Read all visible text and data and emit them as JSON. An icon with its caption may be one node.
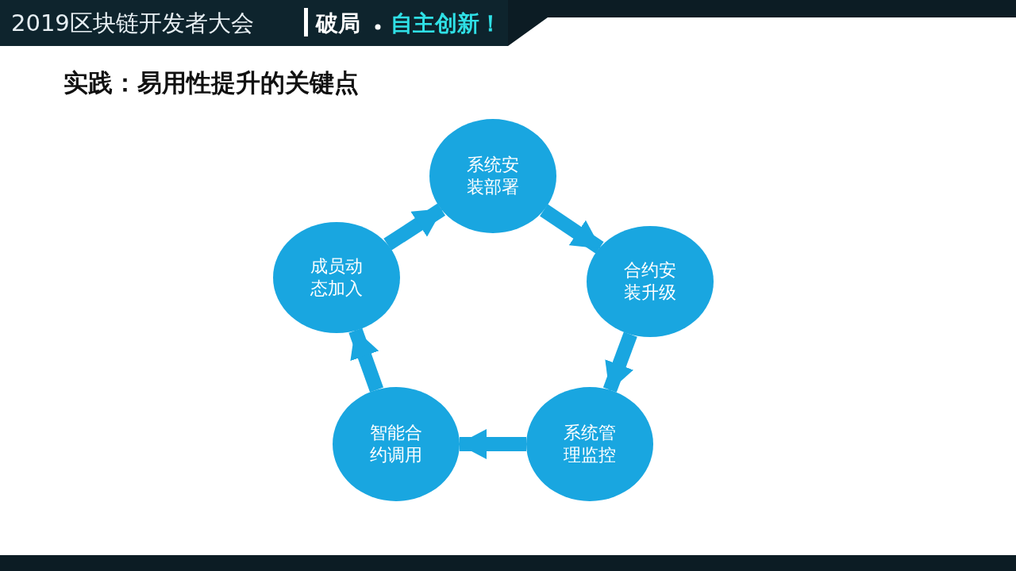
{
  "diagram": {
    "title": "实践：易用性提升的关键点",
    "nodes": [
      {
        "text": [
          "系统安装部署"
        ]
      },
      {
        "text": [
          "合约安装升级"
        ]
      },
      {
        "text": [
          "系统管理监控"
        ]
      },
      {
        "text": [
          "智能合约调用"
        ]
      },
      {
        "text": [
          "成员动态加入"
        ]
      }
    ],
    "edges": [
      {
        "from": 0,
        "to": 1,
        "arrow": "to"
      },
      {
        "from": 1,
        "to": 2,
        "arrow": "to"
      },
      {
        "from": 2,
        "to": 3,
        "arrow": "to"
      },
      {
        "from": 3,
        "to": 4,
        "arrow": "to"
      },
      {
        "from": 4,
        "to": 0,
        "arrow": "to"
      }
    ],
    "labels": [
      "2019区块链开发者大会",
      "破局",
      "自主创新！"
    ]
  }
}
